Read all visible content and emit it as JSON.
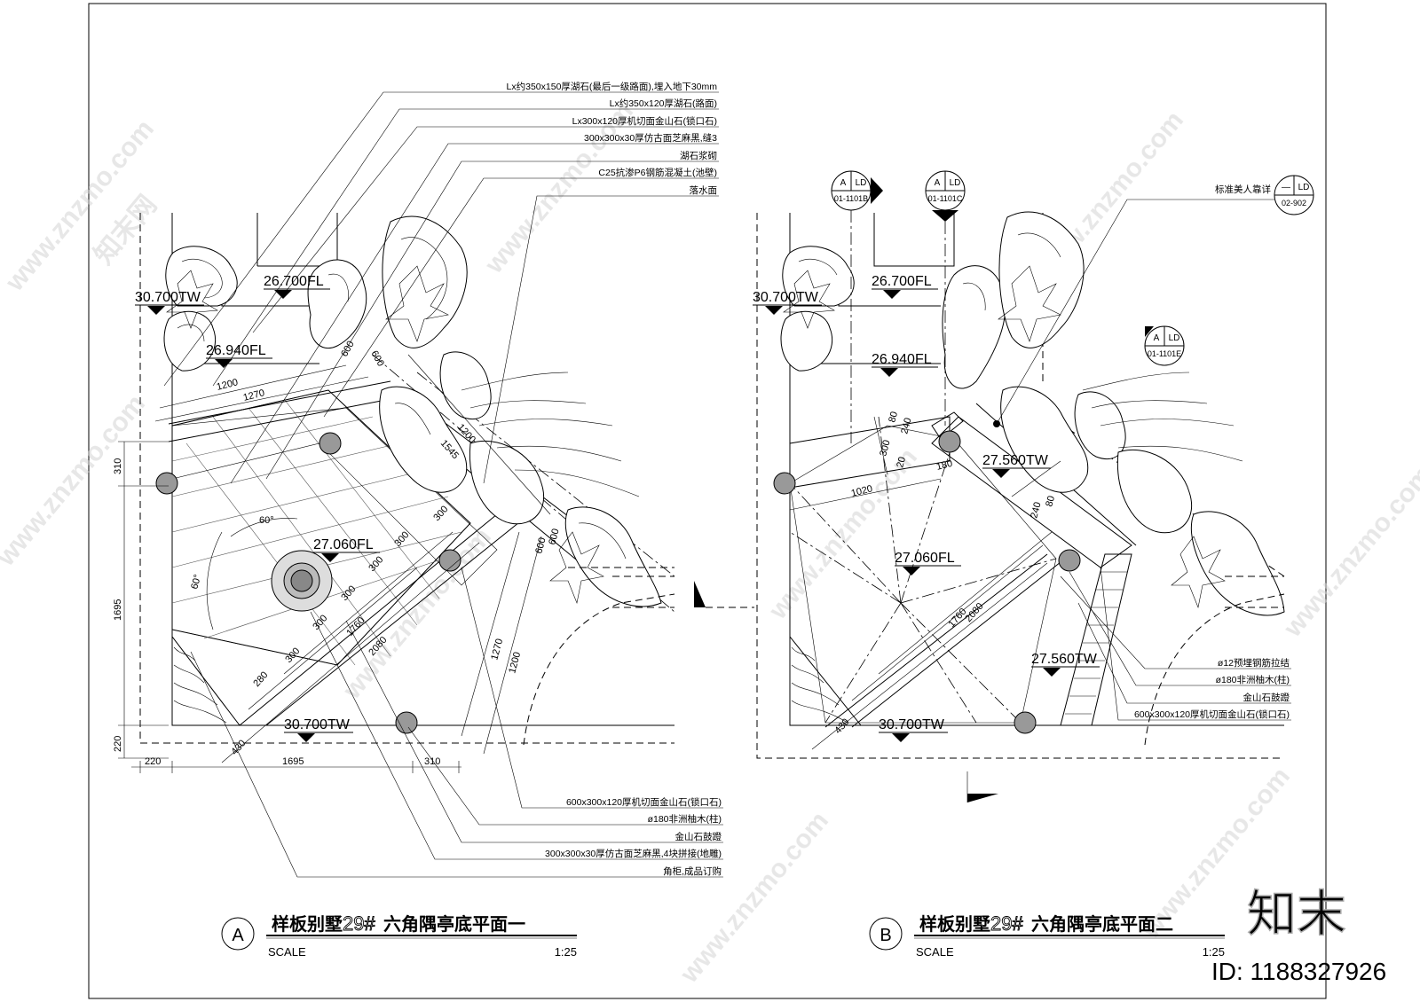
{
  "plan_a": {
    "callouts": [
      "Lx约350x150厚湖石(最后一级路面),埋入地下30mm",
      "Lx约350x120厚湖石(路面)",
      "Lx300x120厚机切面金山石(锁口石)",
      "300x300x30厚仿古面芝麻黑,缝3",
      "湖石浆砌",
      "C25抗渗P6钢筋混凝土(池壁)",
      "落水面"
    ],
    "bottom_callouts": [
      "600x300x120厚机切面金山石(锁口石)",
      "ø180非洲柚木(柱)",
      "金山石鼓蹬",
      "300x300x30厚仿古面芝麻黑,4块拼接(地雕)",
      "角柜,成品订购"
    ],
    "elevations": [
      "26.700FL",
      "30.700TW",
      "26.940FL",
      "27.060FL",
      "30.700TW"
    ],
    "dims": [
      "1200",
      "1270",
      "600",
      "600",
      "1200",
      "1545",
      "300",
      "300",
      "300",
      "300",
      "300",
      "300",
      "280",
      "1760",
      "2080",
      "600",
      "600",
      "1270",
      "1200",
      "310",
      "1695",
      "220",
      "220",
      "1695",
      "310",
      "430",
      "60°",
      "60°"
    ],
    "title_letter": "A",
    "title_name": "样板别墅",
    "title_num": "29#",
    "title_rest": "六角隅亭底平面一",
    "scale_label": "SCALE",
    "scale_value": "1:25"
  },
  "plan_b": {
    "top_callout": "标准美人靠详",
    "ref_tags": [
      {
        "top": "A",
        "code": "LD",
        "sheet": "01-1101B"
      },
      {
        "top": "A",
        "code": "LD",
        "sheet": "01-1101C"
      },
      {
        "top": "A",
        "code": "LD",
        "sheet": "01-1101E"
      },
      {
        "top": "—",
        "code": "LD",
        "sheet": "02-902"
      }
    ],
    "right_callouts": [
      "ø12预埋钢筋拉结",
      "ø180非洲柚木(柱)",
      "金山石鼓蹬",
      "600x300x120厚机切面金山石(锁口石)"
    ],
    "elevations": [
      "26.700FL",
      "30.700TW",
      "26.940FL",
      "27.560TW",
      "27.060FL",
      "27.560TW",
      "30.700TW"
    ],
    "dims": [
      "80",
      "240",
      "300",
      "20",
      "180",
      "1020",
      "240",
      "80",
      "1760",
      "2080",
      "430"
    ],
    "title_letter": "B",
    "title_name": "样板别墅",
    "title_num": "29#",
    "title_rest": "六角隅亭底平面二",
    "scale_label": "SCALE",
    "scale_value": "1:25"
  },
  "watermark": {
    "site": "www.znzmo.com",
    "brand": "知末网",
    "logo": "知末",
    "id_text": "ID: 1188327926"
  }
}
